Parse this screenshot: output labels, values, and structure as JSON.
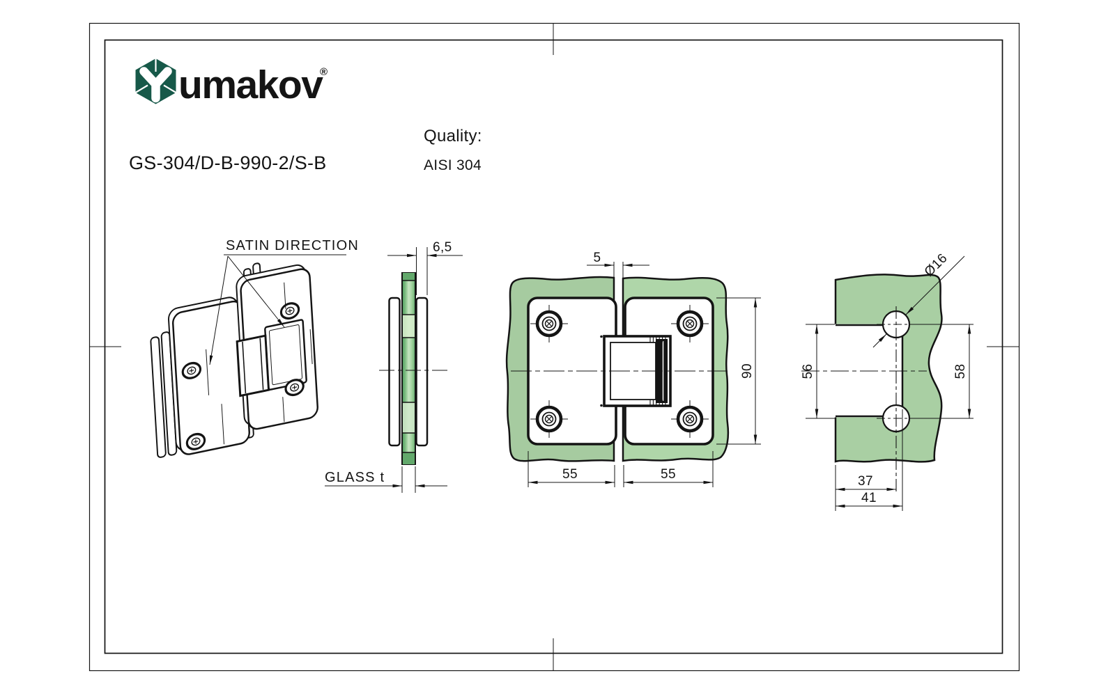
{
  "brand": {
    "name": "umakov",
    "registered": "®",
    "logo_icon": "hexagon-y-mark"
  },
  "header": {
    "product_code": "GS-304/D-B-990-2/S-B",
    "quality_label": "Quality:",
    "quality_value": "AISI 304"
  },
  "views": {
    "isometric": {
      "satin_label": "SATIN DIRECTION"
    },
    "side": {
      "plate_thickness": "6,5",
      "glass_thickness_label": "GLASS t"
    },
    "front": {
      "glass_gap": "5",
      "plate_height": "90",
      "plate_width_left": "55",
      "plate_width_right": "55"
    },
    "drilling": {
      "hole_diameter": "Ø16",
      "hole_spacing_left": "56",
      "hole_spacing_right": "58",
      "hole_center_offset": "37",
      "notch_width": "41"
    }
  },
  "colors": {
    "brand_green": "#175949",
    "glass_green_left": "#A6CBA0",
    "glass_green_right": "#AFD6A9",
    "glass_green_holes": "#A9CFA3",
    "glass_edge_dark": "#4E9C5F",
    "glass_edge_light": "#C6E5C2",
    "line": "#141414"
  }
}
